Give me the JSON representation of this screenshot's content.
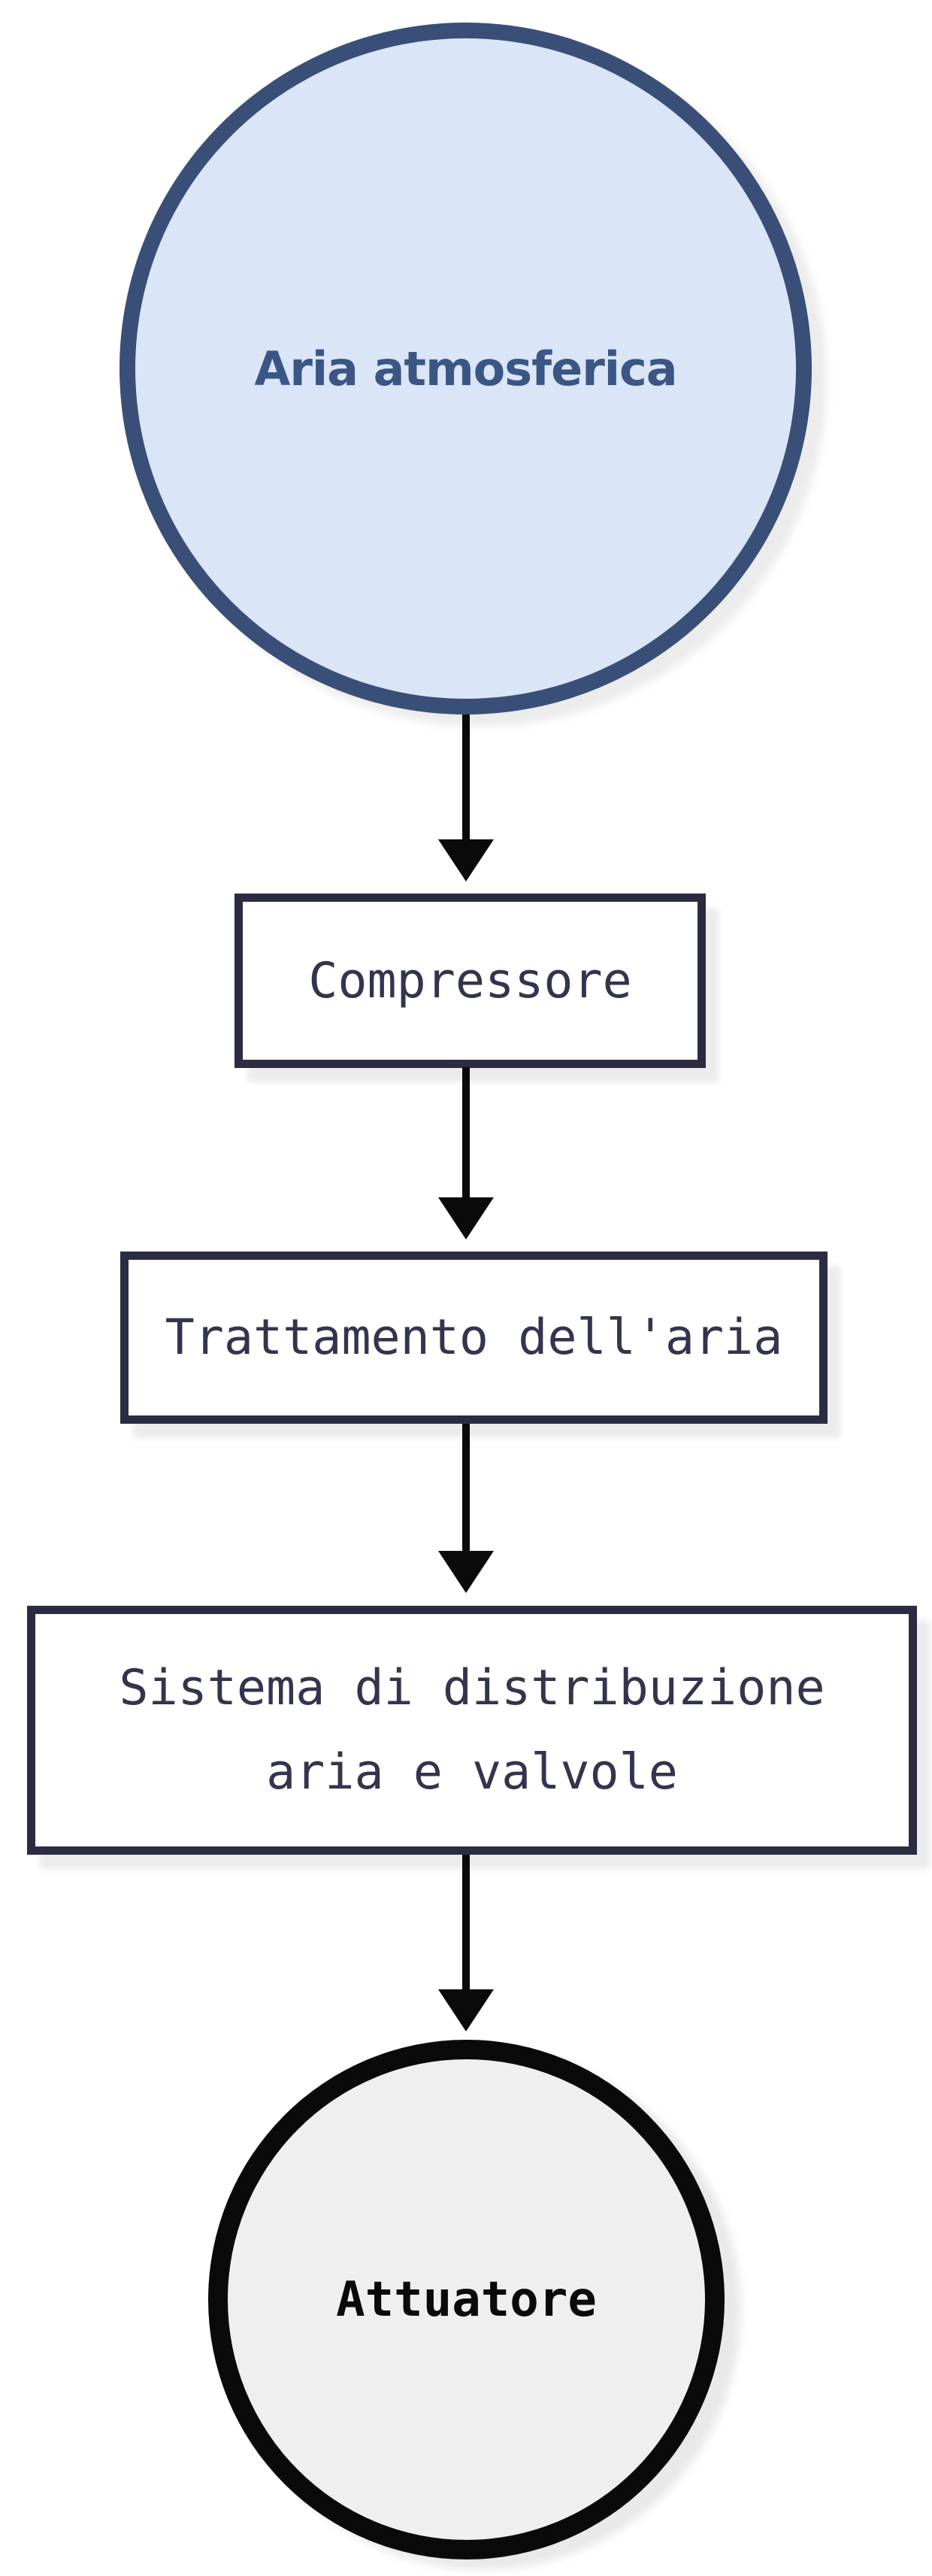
{
  "diagram": {
    "type": "flowchart",
    "direction": "top-down",
    "background": "#ffffff",
    "arrow_color": "#0a0a0a",
    "nodes": [
      {
        "id": "aria-atmosferica",
        "label": "Aria atmosferica",
        "shape": "circle",
        "fill": "#dbe5f8",
        "border_color": "#394f78",
        "text_color": "#3a5684"
      },
      {
        "id": "compressore",
        "label": "Compressore",
        "shape": "rectangle",
        "fill": "#ffffff",
        "border_color": "#2b2c42",
        "text_color": "#33344d"
      },
      {
        "id": "trattamento-aria",
        "label": "Trattamento dell'aria",
        "shape": "rectangle",
        "fill": "#ffffff",
        "border_color": "#2b2c42",
        "text_color": "#33344d"
      },
      {
        "id": "sistema-distribuzione",
        "label": "Sistema di distribuzione aria e valvole",
        "lines": [
          "Sistema di distribuzione",
          "aria e valvole"
        ],
        "shape": "rectangle",
        "fill": "#ffffff",
        "border_color": "#2b2c42",
        "text_color": "#33344d"
      },
      {
        "id": "attuatore",
        "label": "Attuatore",
        "shape": "circle",
        "fill": "#efefef",
        "border_color": "#0a0a0a",
        "text_color": "#0a0a0a"
      }
    ],
    "connections": [
      {
        "from": "aria-atmosferica",
        "to": "compressore"
      },
      {
        "from": "compressore",
        "to": "trattamento-aria"
      },
      {
        "from": "trattamento-aria",
        "to": "sistema-distribuzione"
      },
      {
        "from": "sistema-distribuzione",
        "to": "attuatore"
      }
    ]
  }
}
